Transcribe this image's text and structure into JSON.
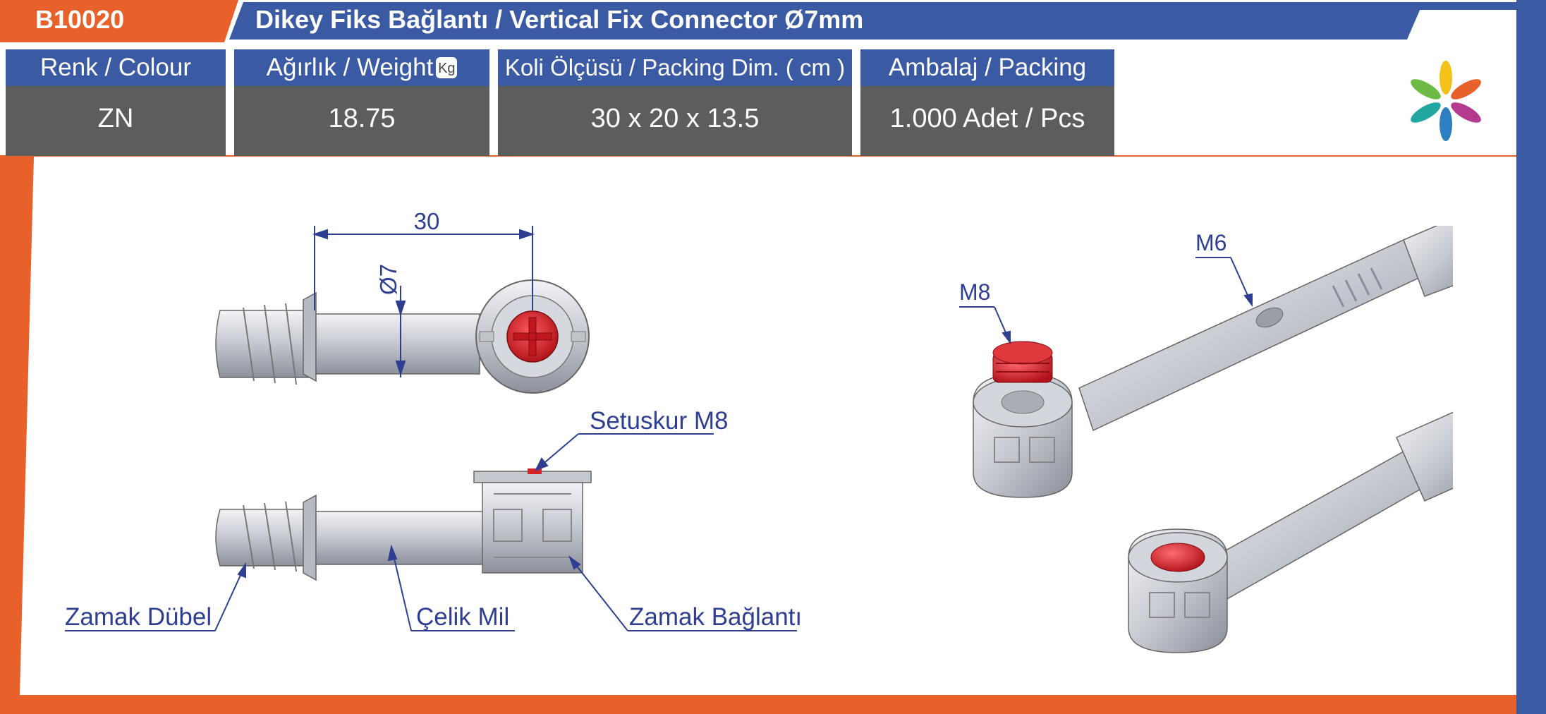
{
  "header": {
    "code": "B10020",
    "title": "Dikey Fiks Bağlantı / Vertical Fix Connector Ø7mm"
  },
  "specs": [
    {
      "label": "Renk / Colour",
      "value": "ZN"
    },
    {
      "label": "Ağırlık /  Weight",
      "value": "18.75",
      "unit_icon": "Kg"
    },
    {
      "label": "Koli Ölçüsü / Packing Dim. ( cm )",
      "value": "30 x 20 x 13.5"
    },
    {
      "label": "Ambalaj / Packing",
      "value": "1.000 Adet / Pcs"
    }
  ],
  "drawing": {
    "dim_length": "30",
    "dim_diameter": "Ø7",
    "callouts": {
      "setuskur": "Setuskur M8",
      "dubel": "Zamak Dübel",
      "mil": "Çelik Mil",
      "baglanti": "Zamak Bağlantı",
      "m8": "M8",
      "m6": "M6"
    }
  },
  "colors": {
    "blue": "#3b5aa4",
    "orange": "#e8602a",
    "gray_cell": "#5d5d5d",
    "label_blue": "#2e3f93",
    "screw_red": "#d5232a"
  },
  "icons": [
    "flower-logo-icon",
    "kg-weight-icon"
  ]
}
